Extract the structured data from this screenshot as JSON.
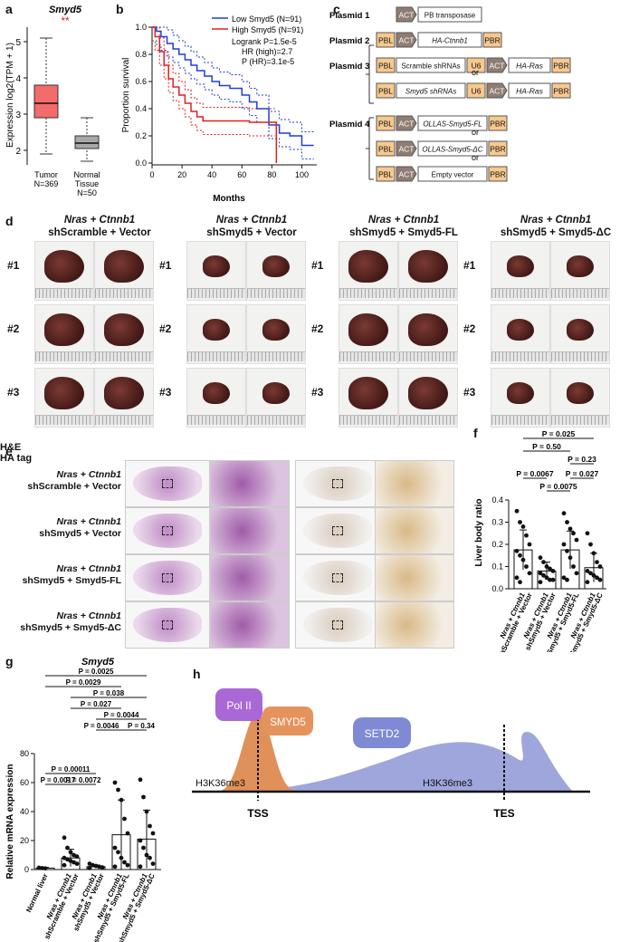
{
  "panels": {
    "a": "a",
    "b": "b",
    "c": "c",
    "d": "d",
    "e": "e",
    "f": "f",
    "g": "g",
    "h": "h"
  },
  "a": {
    "title": "Smyd5",
    "ylabel": "Expression log2(TPM + 1)",
    "sig": "**",
    "groups": [
      {
        "name": "Tumor",
        "n": "N=369",
        "color": "#f36b6b",
        "q1": 2.9,
        "median": 3.3,
        "q3": 3.8,
        "min": 1.9,
        "max": 5.1
      },
      {
        "name": "Normal Tissue",
        "n": "N=50",
        "color": "#a8a8a8",
        "q1": 2.05,
        "median": 2.2,
        "q3": 2.4,
        "min": 1.7,
        "max": 2.9
      }
    ],
    "yticks": [
      2,
      3,
      4,
      5
    ],
    "ylim": [
      1.6,
      5.4
    ]
  },
  "b": {
    "xlabel": "Months",
    "ylabel": "Proportion survival",
    "legend": [
      {
        "label": "Low Smyd5 (N=91)",
        "color": "#1f3fd9"
      },
      {
        "label": "High Smyd5 (N=91)",
        "color": "#e02020"
      }
    ],
    "stats": [
      "Logrank P=1.5e-5",
      "HR (high)=2.7",
      "P (HR)=3.1e-5"
    ],
    "xticks": [
      0,
      20,
      40,
      60,
      80,
      100
    ],
    "yticks": [
      0.0,
      0.2,
      0.4,
      0.6,
      0.8,
      1.0
    ]
  },
  "c": {
    "rows": [
      {
        "label": "Plasmid 1",
        "boxes": [
          "ACT",
          "PB transposase"
        ]
      },
      {
        "label": "Plasmid 2",
        "boxes": [
          "PBL",
          "ACT",
          "HA-Ctnnb1",
          "PBR"
        ]
      },
      {
        "label": "Plasmid 3",
        "boxes": [
          "PBL",
          "Scramble shRNAs",
          "U6",
          "ACT",
          "HA-Ras",
          "PBR"
        ]
      },
      {
        "label": "",
        "boxes": [
          "PBL",
          "Smyd5 shRNAs",
          "U6",
          "ACT",
          "HA-Ras",
          "PBR"
        ]
      },
      {
        "label": "Plasmid 4",
        "boxes": [
          "PBL",
          "ACT",
          "OLLAS-Smyd5-FL",
          "PBR"
        ]
      },
      {
        "label": "",
        "boxes": [
          "PBL",
          "ACT",
          "OLLAS-Smyd5-ΔC",
          "PBR"
        ]
      },
      {
        "label": "",
        "boxes": [
          "PBL",
          "ACT",
          "Empty vector",
          "PBR"
        ]
      }
    ],
    "or": "or"
  },
  "d": {
    "groups": [
      {
        "line1": "Nras + Ctnnb1",
        "line2": "shScramble + Vector"
      },
      {
        "line1": "Nras + Ctnnb1",
        "line2": "shSmyd5 + Vector"
      },
      {
        "line1": "Nras + Ctnnb1",
        "line2": "shSmyd5 + Smyd5-FL"
      },
      {
        "line1": "Nras + Ctnnb1",
        "line2": "shSmyd5 + Smyd5-ΔC"
      }
    ],
    "rows": [
      "#1",
      "#2",
      "#3"
    ]
  },
  "e": {
    "col1": "H&E",
    "col2": "HA tag",
    "rows": [
      {
        "line1": "Nras + Ctnnb1",
        "line2": "shScramble + Vector"
      },
      {
        "line1": "Nras + Ctnnb1",
        "line2": "shSmyd5 + Vector"
      },
      {
        "line1": "Nras + Ctnnb1",
        "line2": "shSmyd5 + Smyd5-FL"
      },
      {
        "line1": "Nras + Ctnnb1",
        "line2": "shSmyd5 + Smyd5-ΔC"
      }
    ]
  },
  "f": {
    "ylabel": "Liver body ratio",
    "yticks": [
      0.0,
      0.1,
      0.2,
      0.3,
      0.4
    ],
    "categories": [
      "Nras + Ctnnb1 shScramble + Vector",
      "Nras + Ctnnb1 shSmyd5 + Vector",
      "Nras + Ctnnb1 shSmyd5 + Smyd5-FL",
      "Nras + Ctnnb1 shSmyd5 + Smyd5-ΔC"
    ],
    "means": [
      0.175,
      0.08,
      0.175,
      0.095
    ],
    "sd": [
      0.09,
      0.04,
      0.085,
      0.065
    ],
    "points": [
      [
        0.35,
        0.3,
        0.28,
        0.24,
        0.2,
        0.17,
        0.15,
        0.13,
        0.1,
        0.07,
        0.05,
        0.03
      ],
      [
        0.14,
        0.12,
        0.1,
        0.09,
        0.08,
        0.07,
        0.06,
        0.05,
        0.04,
        0.04,
        0.03
      ],
      [
        0.34,
        0.3,
        0.27,
        0.25,
        0.22,
        0.2,
        0.17,
        0.14,
        0.1,
        0.07,
        0.05,
        0.04
      ],
      [
        0.25,
        0.2,
        0.16,
        0.12,
        0.1,
        0.08,
        0.07,
        0.06,
        0.05,
        0.04,
        0.03
      ]
    ],
    "pvals": [
      "P = 0.025",
      "P = 0.50",
      "P = 0.23",
      "P = 0.0067",
      "P = 0.0075",
      "P = 0.027"
    ]
  },
  "g": {
    "title": "Smyd5",
    "ylabel": "Relative mRNA expression",
    "yticks": [
      0,
      20,
      40,
      60,
      80
    ],
    "categories": [
      "Normal liver",
      "Nras + Ctnnb1 shScramble + Vector",
      "Nras + Ctnnb1 shSmyd5 + Vector",
      "Nras + Ctnnb1 shSmyd5 + Smyd5-FL",
      "Nras + Ctnnb1 shSmyd5 + Smyd5-ΔC"
    ],
    "means": [
      1,
      8,
      2,
      24,
      21
    ],
    "sd": [
      0.5,
      6,
      1,
      24,
      20
    ],
    "points": [
      [
        1.2,
        1,
        0.8
      ],
      [
        22,
        15,
        12,
        10,
        9,
        8,
        7,
        6,
        5,
        4,
        3
      ],
      [
        4,
        3,
        2.5,
        2,
        1.5,
        1
      ],
      [
        60,
        55,
        48,
        35,
        25,
        15,
        12,
        8,
        5,
        3,
        2
      ],
      [
        62,
        50,
        40,
        30,
        25,
        20,
        15,
        10,
        8,
        4,
        2
      ]
    ],
    "pvals": [
      "P = 0.0025",
      "P = 0.0029",
      "P = 0.038",
      "P = 0.027",
      "P = 0.0044",
      "P = 0.0046",
      "P = 0.34",
      "P = 0.00011",
      "P = 0.0017",
      "P = 0.0072"
    ]
  },
  "h": {
    "pol": "Pol II",
    "smyd5": "SMYD5",
    "setd2": "SETD2",
    "mark1": "H3K36me3",
    "mark2": "H3K36me3",
    "tss": "TSS",
    "tes": "TES"
  }
}
